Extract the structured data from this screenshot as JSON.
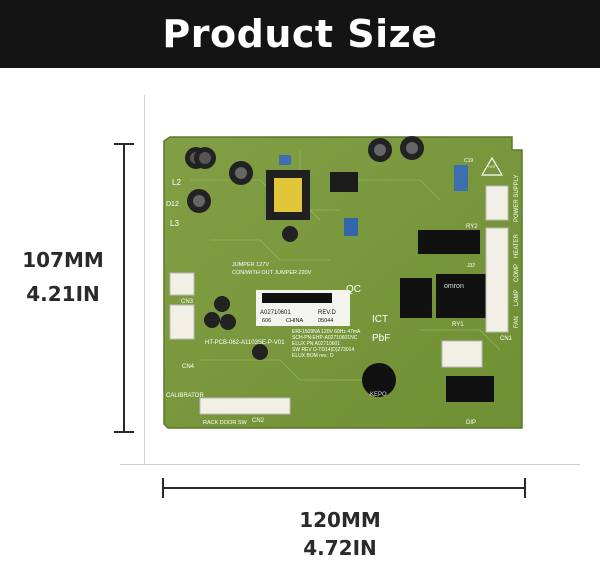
{
  "title": "Product Size",
  "height_label": {
    "mm": "107MM",
    "inch": "4.21IN"
  },
  "width_label": {
    "mm": "120MM",
    "inch": "4.72IN"
  },
  "board_texts": {
    "qc": "QC",
    "ict": "ICT",
    "pbf": "PbF",
    "sticker_part": "A02710601",
    "sticker_rev": "REV.D",
    "sticker_606": "606",
    "sticker_china": "CHINA",
    "sticker_code": "05044",
    "jumper1": "JUMPER 127V",
    "jumper2": "CON/WITH OUT JUMPER 220V",
    "label_line1": "ERF1509NA 120V 60Hz 47mA",
    "label_line2": "SCH-PN:EHP-A02710601NC",
    "label_line3": "ELUX PN A02710601",
    "label_line4": "SW REV D-TD14(D)273014",
    "label_line5": "ELUX BOM rev.: D",
    "pcb_id": "HT-PCB-062-A1103SE-P-V01",
    "cn1": "CN1",
    "cn2": "CN2",
    "cn3": "CN3",
    "cn4": "CN4",
    "ry1": "RY1",
    "ry2": "RY2",
    "j32": "J32",
    "hot": "HOT",
    "power_supply": "POWER SUPPLY",
    "heater": "HEATER",
    "comp": "COMP",
    "lamp": "LAMP",
    "fan": "FAN",
    "omron": "omron",
    "kepo": "KEPO",
    "calibrator": "CALIBRATOR",
    "rack_door_sw": "RACK DOOR SW",
    "dip": "DIP",
    "l2": "L2",
    "l3": "L3",
    "d12": "D12",
    "c19": "C19"
  },
  "colors": {
    "banner": "#141414",
    "pcb": "#7a9a3a",
    "dim_line": "#2a2a2a"
  }
}
